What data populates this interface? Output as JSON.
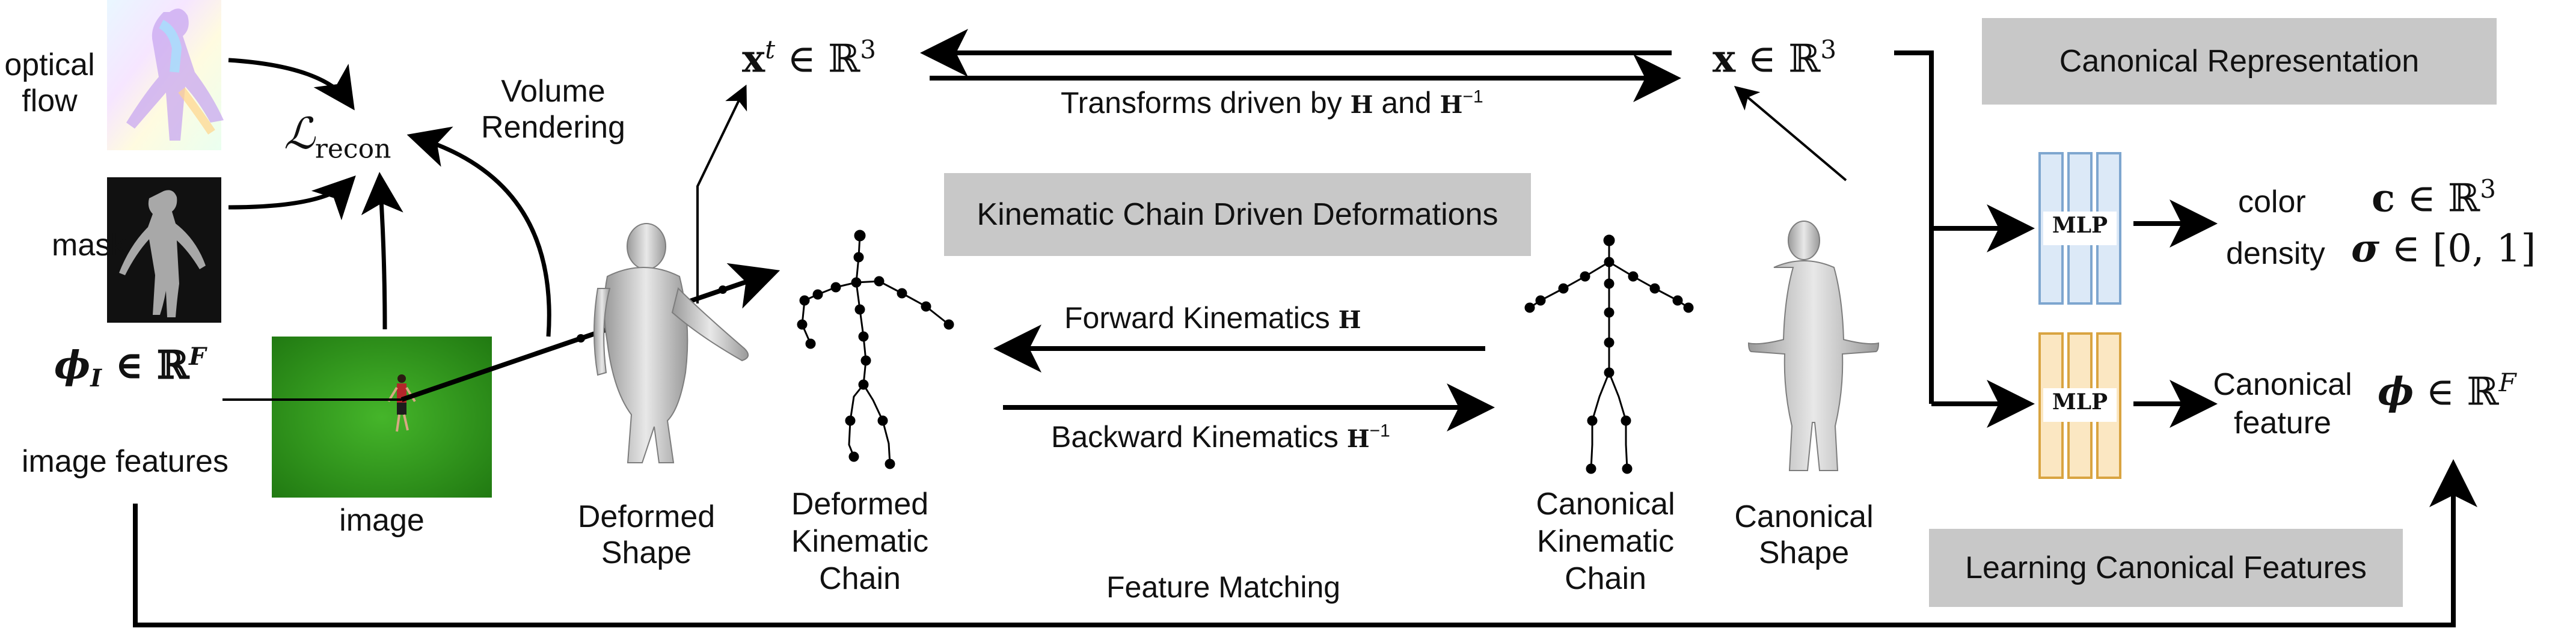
{
  "inputs": {
    "optical_flow_label": "optical\nflow",
    "mask_label": "mask",
    "phi_label": "𝝓_I ∈ ℝ^F",
    "image_features_label": "image features",
    "image_caption": "image"
  },
  "loss": {
    "symbol": "ℒ",
    "subscript": "recon",
    "volume_rendering_label": "Volume\nRendering"
  },
  "deformed": {
    "point_label": "x^t ∈ ℝ³",
    "shape_caption": "Deformed\nShape",
    "chain_caption": "Deformed\nKinematic\nChain"
  },
  "canonical": {
    "point_label": "x ∈ ℝ³",
    "chain_caption": "Canonical\nKinematic\nChain",
    "shape_caption": "Canonical\nShape"
  },
  "transforms_label": "Transforms driven by H and H⁻¹",
  "kinematic_box": "Kinematic Chain Driven Deformations",
  "forward_label": "Forward Kinematics H",
  "backward_label": "Backward Kinematics H⁻¹",
  "canonical_representation_box": "Canonical Representation",
  "learning_box": "Learning Canonical Features",
  "feature_matching_label": "Feature Matching",
  "mlp_top": {
    "label": "MLP",
    "color_label": "color",
    "color_math": "c ∈ ℝ³",
    "density_label": "density",
    "density_math": "σ ∈ [0, 1]"
  },
  "mlp_bottom": {
    "label": "MLP",
    "feature_label": "Canonical\nfeature",
    "feature_math": "𝝓 ∈ ℝ^F"
  },
  "colors": {
    "gray_box": "#c8c8c8",
    "mlp_blue_fill": "#dce9f7",
    "mlp_blue_stroke": "#7ea6cf",
    "mlp_orange_fill": "#fbe7c2",
    "mlp_orange_stroke": "#d9a441",
    "green_screen": "#2f9a1c",
    "mask_bg": "#111111",
    "arrow": "#000000"
  }
}
